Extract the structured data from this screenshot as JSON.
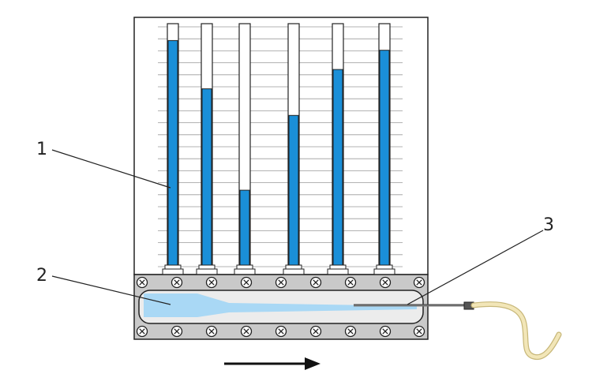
{
  "labels": {
    "tubes": "1",
    "channel": "2",
    "probe": "3"
  },
  "tube_levels": [
    0.93,
    0.73,
    0.31,
    0.62,
    0.81,
    0.89
  ],
  "flow_direction": "left-to-right",
  "screw_icon": "x-screw-icon",
  "colors": {
    "water": "#1a8fd8",
    "water_light": "#a9d8f5",
    "frame": "#c9c9c9",
    "grid_line": "#9a9a9a",
    "outline": "#222222",
    "probe_cable": "#f2e6b8",
    "arrow": "#111111"
  }
}
